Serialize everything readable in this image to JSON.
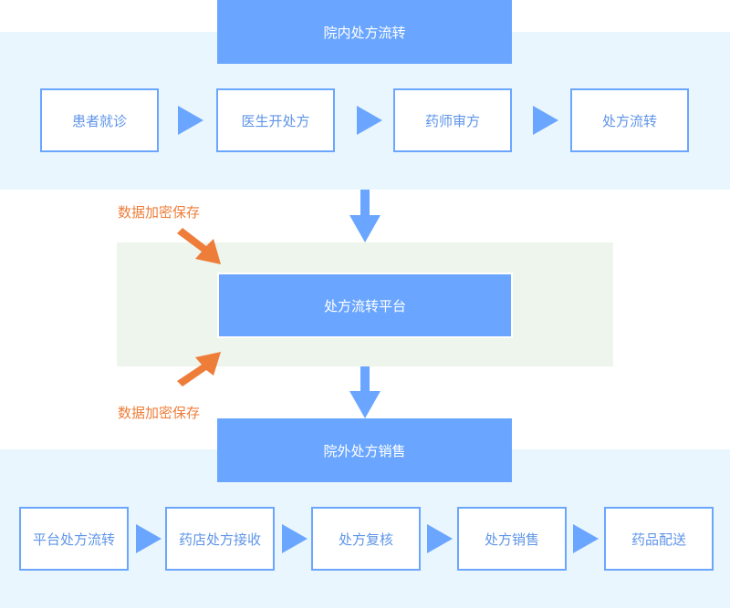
{
  "diagram": {
    "top_section": {
      "title": "院内处方流转",
      "steps": [
        "患者就诊",
        "医生开处方",
        "药师审方",
        "处方流转"
      ]
    },
    "platform": {
      "title": "处方流转平台",
      "annotation_top": "数据加密保存",
      "annotation_bottom": "数据加密保存"
    },
    "bottom_section": {
      "title": "院外处方销售",
      "steps": [
        "平台处方流转",
        "药店处方接收",
        "处方复核",
        "处方销售",
        "药品配送"
      ]
    },
    "colors": {
      "box_fill": "#6aa6ff",
      "step_border": "#6aa6ff",
      "step_text": "#5f95e8",
      "band_background": "#eaf6fd",
      "platform_background": "#edf5ec",
      "annotation": "#ee7d3a",
      "arrow_blue": "#6aa6ff",
      "arrow_orange": "#ee7d3a"
    }
  }
}
